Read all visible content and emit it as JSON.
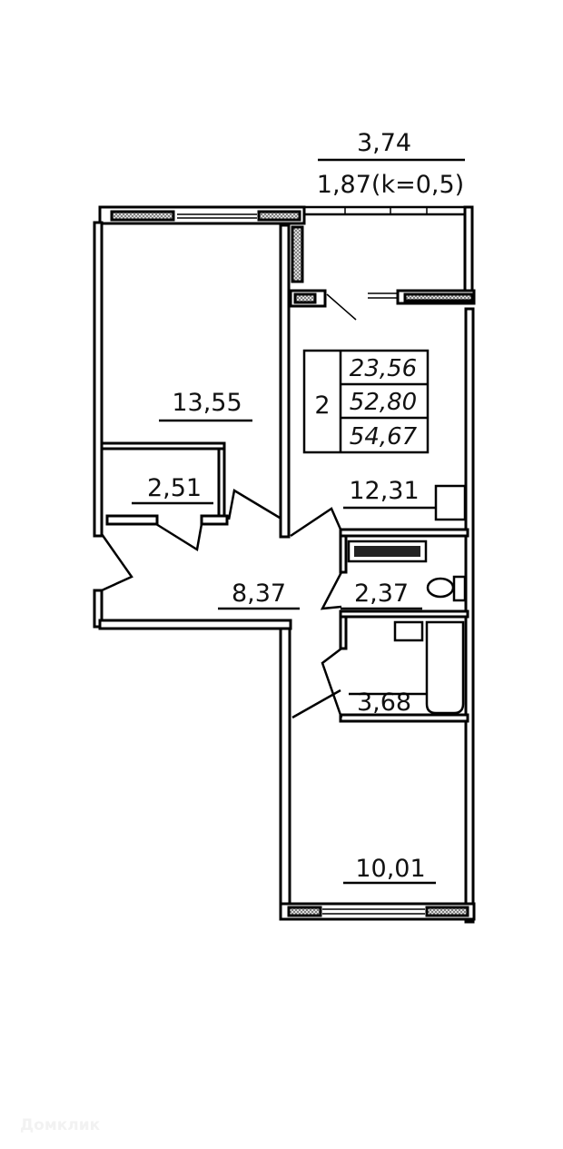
{
  "dimension": {
    "top": "3,74",
    "bottom": "1,87(k=0,5)"
  },
  "summary": {
    "rooms": "2",
    "living_area": "23,56",
    "total_area": "52,80",
    "total_with_balcony": "54,67"
  },
  "rooms": {
    "room_large": "13,55",
    "closet": "2,51",
    "kitchen": "12,31",
    "hallway": "8,37",
    "toilet": "2,37",
    "bathroom": "3,68",
    "room_small": "10,01"
  },
  "watermark": "Домклик"
}
